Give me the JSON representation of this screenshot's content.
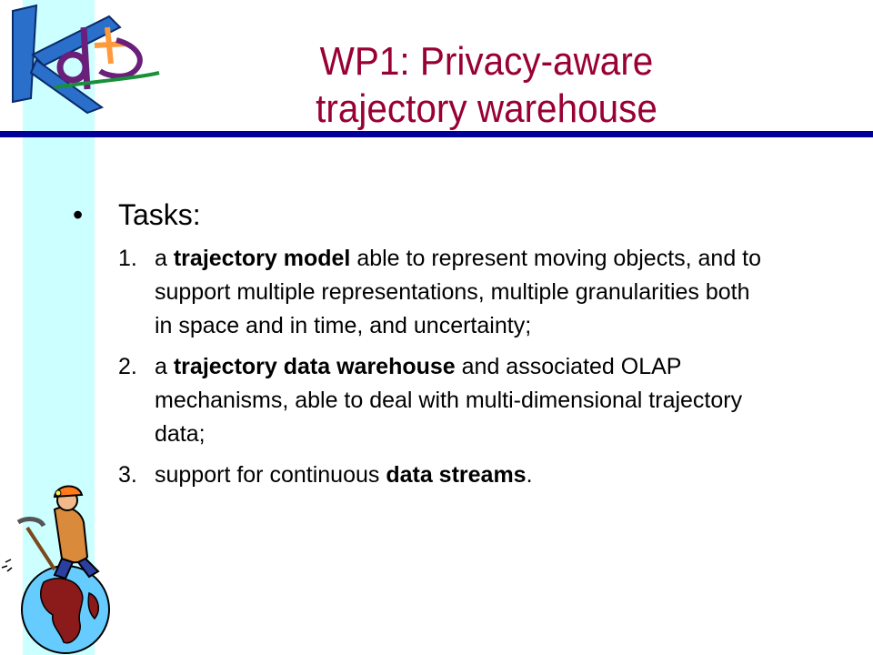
{
  "slide": {
    "title_line1": "WP1: Privacy-aware",
    "title_line2": "trajectory warehouse",
    "bullet_label": "Tasks:",
    "bullet_glyph": "•",
    "tasks": [
      {
        "number": "1.",
        "parts": [
          "a ",
          "trajectory model",
          " able to represent moving objects, and to support multiple representations, multiple granularities both in space and in time, and uncertainty;"
        ]
      },
      {
        "number": "2.",
        "parts": [
          "a ",
          "trajectory data warehouse",
          " and associated OLAP mechanisms, able to deal with multi-dimensional trajectory data;"
        ]
      },
      {
        "number": "3.",
        "parts": [
          "support for continuous ",
          "data streams",
          "."
        ]
      }
    ]
  },
  "colors": {
    "title": "#990033",
    "rule": "#000099",
    "strip": "#ccffff"
  },
  "icons": {
    "logo": "kdd-lab-logo",
    "clipart": "miner-on-globe-clipart"
  }
}
